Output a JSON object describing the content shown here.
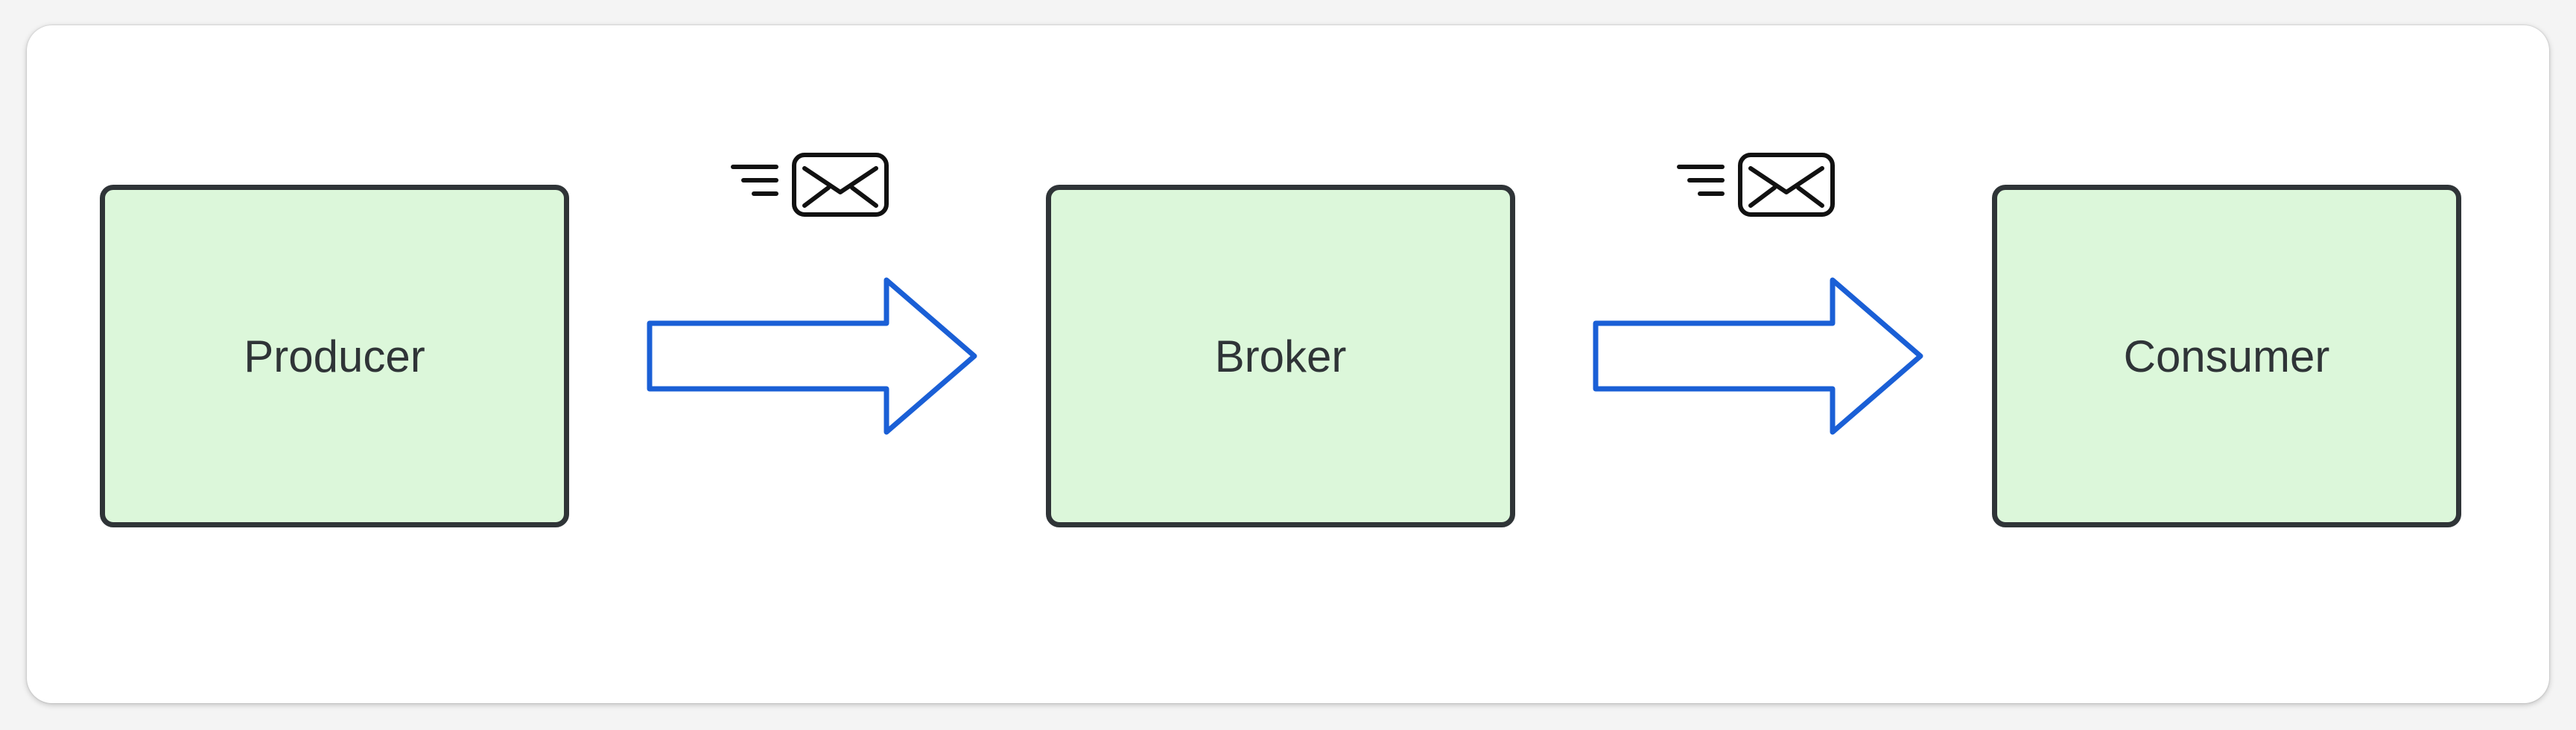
{
  "diagram": {
    "nodes": [
      {
        "id": "producer",
        "label": "Producer"
      },
      {
        "id": "broker",
        "label": "Broker"
      },
      {
        "id": "consumer",
        "label": "Consumer"
      }
    ],
    "edges": [
      {
        "from": "producer",
        "to": "broker",
        "icon": "message-envelope-icon"
      },
      {
        "from": "broker",
        "to": "consumer",
        "icon": "message-envelope-icon"
      }
    ],
    "colors": {
      "node_fill": "#dcf7da",
      "node_border": "#2f3437",
      "arrow_stroke": "#1a5fd6",
      "icon_stroke": "#111111"
    }
  }
}
